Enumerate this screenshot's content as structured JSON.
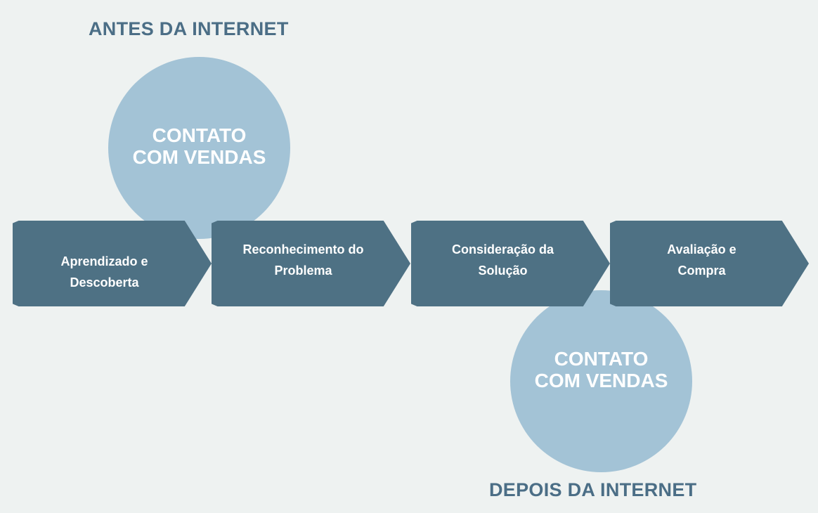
{
  "diagram": {
    "before_heading": "ANTES DA INTERNET",
    "after_heading": "DEPOIS DA INTERNET",
    "before_circle": "CONTATO\nCOM VENDAS",
    "after_circle": "CONTATO\nCOM VENDAS",
    "stages": [
      {
        "label": "Aprendizado e\nDescoberta"
      },
      {
        "label": "Reconhecimento do\nProblema"
      },
      {
        "label": "Consideração da\nSolução"
      },
      {
        "label": "Avaliação e\nCompra"
      }
    ],
    "colors": {
      "background": "#eef2f1",
      "stage_fill": "#4e7184",
      "circle_fill": "#a3c3d6",
      "heading_text": "#4b6e86"
    }
  }
}
